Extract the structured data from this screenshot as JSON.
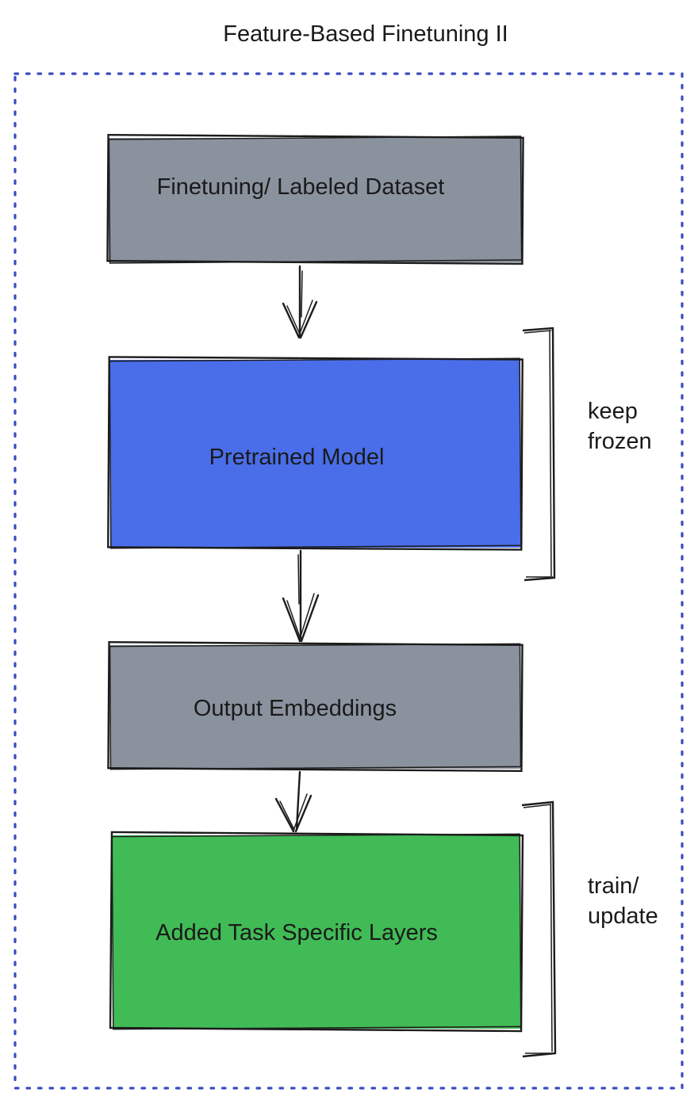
{
  "title": "Feature-Based Finetuning II",
  "colors": {
    "title_blue": "#3a52c8",
    "frame_blue": "#3a4cc0",
    "node_gray": "#8a929e",
    "node_blue": "#4a6ee9",
    "node_green": "#41bb56",
    "ink": "#1c1c1c"
  },
  "diagram": {
    "nodes": [
      {
        "id": "finetuning-dataset",
        "label": "Finetuning/ Labeled Dataset",
        "fill": "gray"
      },
      {
        "id": "pretrained-model",
        "label": "Pretrained Model",
        "fill": "blue"
      },
      {
        "id": "output-embeddings",
        "label": "Output Embeddings",
        "fill": "gray"
      },
      {
        "id": "added-task-layers",
        "label": "Added Task Specific Layers",
        "fill": "green"
      }
    ],
    "edges": [
      {
        "from": "finetuning-dataset",
        "to": "pretrained-model"
      },
      {
        "from": "pretrained-model",
        "to": "output-embeddings"
      },
      {
        "from": "output-embeddings",
        "to": "added-task-layers"
      }
    ],
    "annotations": [
      {
        "target": "pretrained-model",
        "line1": "keep",
        "line2": "frozen"
      },
      {
        "target": "added-task-layers",
        "line1": "train/",
        "line2": "update"
      }
    ]
  }
}
